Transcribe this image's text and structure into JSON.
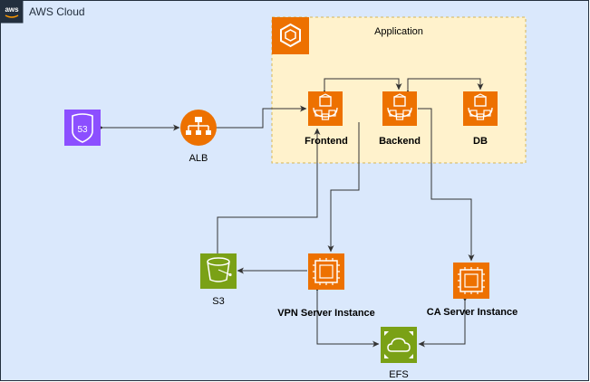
{
  "cloud": {
    "title": "AWS Cloud",
    "badge_text": "aws"
  },
  "group": {
    "title": "Application"
  },
  "nodes": {
    "route53": {
      "label": "",
      "icon": "route53-icon",
      "glyph": "53"
    },
    "alb": {
      "label": "ALB",
      "icon": "load-balancer-icon"
    },
    "frontend": {
      "label": "Frontend",
      "icon": "ecs-service-icon"
    },
    "backend": {
      "label": "Backend",
      "icon": "ecs-service-icon"
    },
    "db": {
      "label": "DB",
      "icon": "ecs-service-icon"
    },
    "s3": {
      "label": "S3",
      "icon": "s3-bucket-icon"
    },
    "vpn": {
      "label": "VPN Server Instance",
      "icon": "ec2-instance-icon"
    },
    "ca": {
      "label": "CA Server Instance",
      "icon": "ec2-instance-icon"
    },
    "efs": {
      "label": "EFS",
      "icon": "efs-icon"
    }
  },
  "colors": {
    "cloud_bg": "#dae8fc",
    "cloud_border": "#232f3e",
    "group_bg": "#fff2cc",
    "group_border": "#d6b656",
    "orange": "#ed7100",
    "green": "#7aa116",
    "purple": "#8c4fff",
    "edge": "#333333"
  }
}
